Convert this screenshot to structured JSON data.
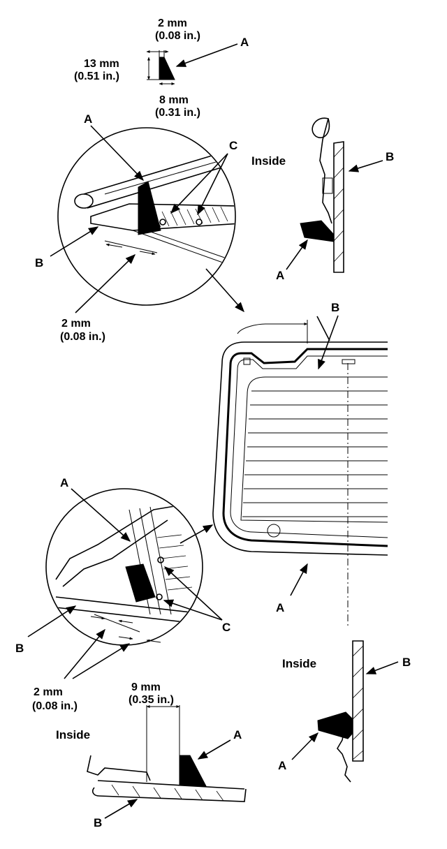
{
  "labels": {
    "a": "A",
    "b": "B",
    "c": "C",
    "inside": "Inside"
  },
  "dims": {
    "top_width_mm": "2 mm",
    "top_width_in": "(0.08 in.)",
    "height_mm": "13 mm",
    "height_in": "(0.51 in.)",
    "base_mm": "8 mm",
    "base_in": "(0.31 in.)",
    "gap_mm": "2 mm",
    "gap_in": "(0.08 in.)",
    "offset_mm": "9 mm",
    "offset_in": "(0.35 in.)"
  }
}
